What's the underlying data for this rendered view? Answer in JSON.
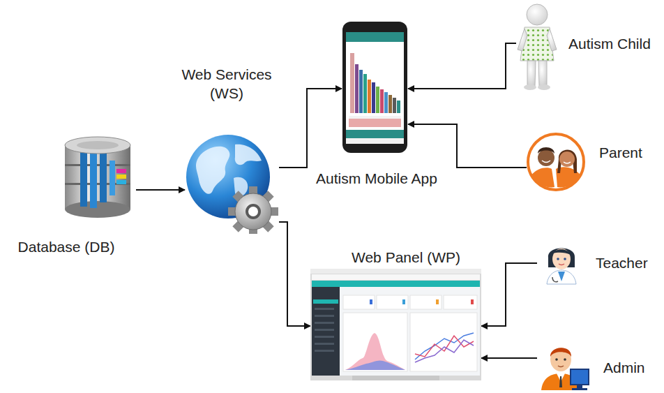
{
  "diagram": {
    "nodes": [
      {
        "text": [
          "Database (DB)"
        ]
      },
      {
        "text": [
          "Web Services (WS)"
        ]
      },
      {
        "text": [
          "Autism Mobile App"
        ]
      },
      {
        "text": [
          "Web Panel (WP)"
        ]
      },
      {
        "text": [
          "Autism Child"
        ]
      },
      {
        "text": [
          "Parent"
        ]
      },
      {
        "text": [
          "Teacher"
        ]
      },
      {
        "text": [
          "Admin"
        ]
      }
    ],
    "edges": [
      {
        "from": 0,
        "to": 1,
        "arrow": "to"
      },
      {
        "from": 1,
        "to": 2,
        "arrow": "to"
      },
      {
        "from": 1,
        "to": 3,
        "arrow": "to"
      },
      {
        "from": 4,
        "to": 2,
        "arrow": "to"
      },
      {
        "from": 5,
        "to": 2,
        "arrow": "to"
      },
      {
        "from": 6,
        "to": 3,
        "arrow": "to"
      },
      {
        "from": 7,
        "to": 3,
        "arrow": "to"
      }
    ]
  }
}
